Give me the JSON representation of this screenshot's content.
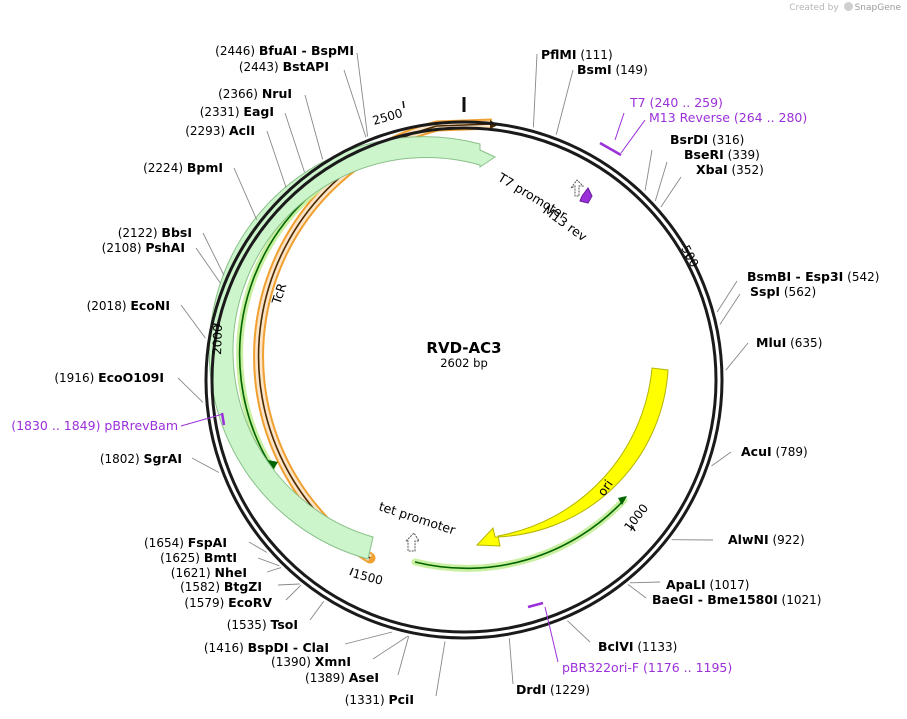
{
  "credit": {
    "created_by": "Created by",
    "brand": "SnapGene"
  },
  "plasmid": {
    "name": "RVD-AC3",
    "length": 2602,
    "size_label": "2602 bp"
  },
  "tick_labels": [
    {
      "pos": 500,
      "text": "500"
    },
    {
      "pos": 1000,
      "text": "1000"
    },
    {
      "pos": 1500,
      "text": "1500"
    },
    {
      "pos": 2000,
      "text": "2000"
    },
    {
      "pos": 2500,
      "text": "2500"
    }
  ],
  "enzymes": [
    {
      "name": "PflMI",
      "pos": "(111)",
      "site": 111
    },
    {
      "name": "BsmI",
      "pos": "(149)",
      "site": 149
    },
    {
      "name": "BsrDI",
      "pos": "(316)",
      "site": 316
    },
    {
      "name": "BseRI",
      "pos": "(339)",
      "site": 339
    },
    {
      "name": "XbaI",
      "pos": "(352)",
      "site": 352
    },
    {
      "name": "BsmBI",
      "name2": "Esp3I",
      "pos": "(542)",
      "site": 542
    },
    {
      "name": "SspI",
      "pos": "(562)",
      "site": 562
    },
    {
      "name": "MluI",
      "pos": "(635)",
      "site": 635
    },
    {
      "name": "AcuI",
      "pos": "(789)",
      "site": 789
    },
    {
      "name": "AlwNI",
      "pos": "(922)",
      "site": 922
    },
    {
      "name": "ApaLI",
      "pos": "(1017)",
      "site": 1017
    },
    {
      "name": "BaeGI",
      "name2": "Bme1580I",
      "pos": "(1021)",
      "site": 1021
    },
    {
      "name": "BclVI",
      "pos": "(1133)",
      "site": 1133
    },
    {
      "name": "DrdI",
      "pos": "(1229)",
      "site": 1229
    },
    {
      "name": "PciI",
      "pos": "(1331)",
      "site": 1331
    },
    {
      "name": "AseI",
      "pos": "(1389)",
      "site": 1389
    },
    {
      "name": "XmnI",
      "pos": "(1390)",
      "site": 1390
    },
    {
      "name": "BspDI",
      "name2": "ClaI",
      "pos": "(1416)",
      "site": 1416
    },
    {
      "name": "TsoI",
      "pos": "(1535)",
      "site": 1535
    },
    {
      "name": "EcoRV",
      "pos": "(1579)",
      "site": 1579
    },
    {
      "name": "BtgZI",
      "pos": "(1582)",
      "site": 1582
    },
    {
      "name": "NheI",
      "pos": "(1621)",
      "site": 1621
    },
    {
      "name": "BmtI",
      "pos": "(1625)",
      "site": 1625
    },
    {
      "name": "FspAI",
      "pos": "(1654)",
      "site": 1654
    },
    {
      "name": "SgrAI",
      "pos": "(1802)",
      "site": 1802
    },
    {
      "name": "EcoO109I",
      "pos": "(1916)",
      "site": 1916
    },
    {
      "name": "EcoNI",
      "pos": "(2018)",
      "site": 2018
    },
    {
      "name": "PshAI",
      "pos": "(2108)",
      "site": 2108
    },
    {
      "name": "BbsI",
      "pos": "(2122)",
      "site": 2122
    },
    {
      "name": "BpmI",
      "pos": "(2224)",
      "site": 2224
    },
    {
      "name": "AclI",
      "pos": "(2293)",
      "site": 2293
    },
    {
      "name": "EagI",
      "pos": "(2331)",
      "site": 2331
    },
    {
      "name": "NruI",
      "pos": "(2366)",
      "site": 2366
    },
    {
      "name": "BstAPI",
      "pos": "(2443)",
      "site": 2443
    },
    {
      "name": "BfuAI",
      "name2": "BspMI",
      "pos": "(2446)",
      "site": 2446
    }
  ],
  "primers": [
    {
      "name": "T7",
      "range": "(240 .. 259)"
    },
    {
      "name": "M13 Reverse",
      "range": "(264 .. 280)"
    },
    {
      "name": "pBR322ori-F",
      "range": "(1176 .. 1195)"
    },
    {
      "name": "pBRrevBam",
      "range": "(1830 .. 1849)"
    }
  ],
  "features": [
    {
      "name": "TcR",
      "color": "#ccf5cc"
    },
    {
      "name": "ori",
      "color": "#ffff00"
    },
    {
      "name": "tet promoter"
    },
    {
      "name": "T7 promoter"
    },
    {
      "name": "M13 rev",
      "color": "#9b30d9"
    }
  ],
  "colors": {
    "primer": "#9b30d9",
    "orf_outline": "#f0a030",
    "orf_fill": "#fbe4c8",
    "orf_line": "#006400"
  }
}
